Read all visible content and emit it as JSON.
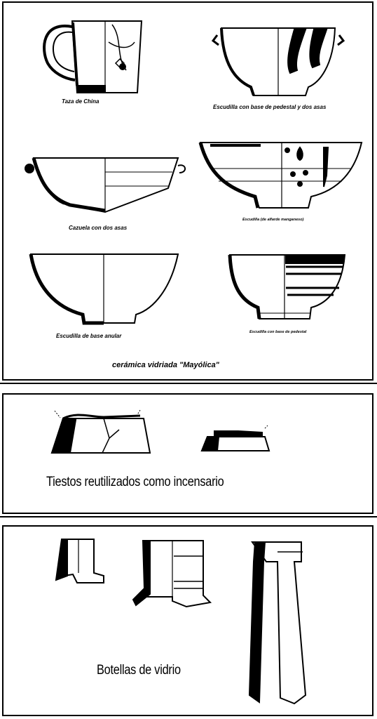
{
  "panel_a": {
    "items": {
      "taza": "Taza de China",
      "escudilla_pedestal_asas": "Escudilla con base de pedestal y dos asas",
      "cazuela": "Cazuela con dos asas",
      "escudilla_alfarde": "Escudilla (de alfarde manganeso)",
      "escudilla_anular": "Escudilla de base anular",
      "escudilla_pedestal": "Escudilla con base de pedestal"
    },
    "caption": "cerámica vidriada \"Mayólica\""
  },
  "panel_b": {
    "caption": "Tiestos reutilizados como incensario"
  },
  "panel_c": {
    "caption": "Botellas de vidrio"
  }
}
